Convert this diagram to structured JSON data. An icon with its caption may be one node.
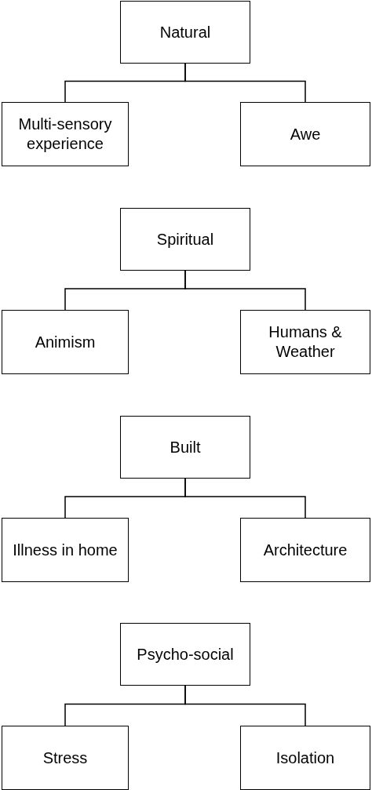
{
  "diagram": {
    "nodes": [
      {
        "text": [
          "Natural"
        ]
      },
      {
        "text": [
          "Multi-sensory experience"
        ]
      },
      {
        "text": [
          "Awe"
        ]
      },
      {
        "text": [
          "Spiritual"
        ]
      },
      {
        "text": [
          "Animism"
        ]
      },
      {
        "text": [
          "Humans & Weather"
        ]
      },
      {
        "text": [
          "Built"
        ]
      },
      {
        "text": [
          "Illness in home"
        ]
      },
      {
        "text": [
          "Architecture"
        ]
      },
      {
        "text": [
          "Psycho-social"
        ]
      },
      {
        "text": [
          "Stress"
        ]
      },
      {
        "text": [
          "Isolation"
        ]
      }
    ],
    "edges": [
      {
        "from": 0,
        "to": 1,
        "arrow": "none"
      },
      {
        "from": 0,
        "to": 2,
        "arrow": "none"
      },
      {
        "from": 3,
        "to": 4,
        "arrow": "none"
      },
      {
        "from": 3,
        "to": 5,
        "arrow": "none"
      },
      {
        "from": 6,
        "to": 7,
        "arrow": "none"
      },
      {
        "from": 6,
        "to": 8,
        "arrow": "none"
      },
      {
        "from": 9,
        "to": 10,
        "arrow": "none"
      },
      {
        "from": 9,
        "to": 11,
        "arrow": "none"
      }
    ]
  }
}
